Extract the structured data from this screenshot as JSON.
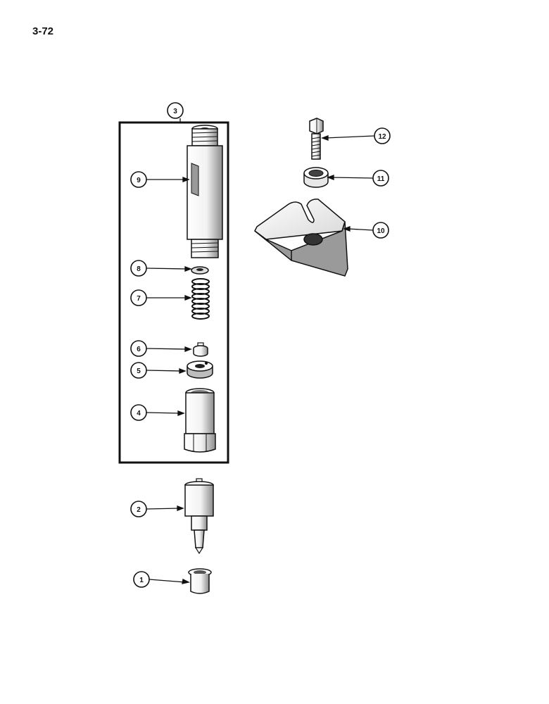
{
  "page": {
    "number": "3-72"
  },
  "callouts": [
    {
      "id": "1",
      "part": "nozzle-seat-washer"
    },
    {
      "id": "2",
      "part": "nozzle"
    },
    {
      "id": "3",
      "part": "injector-assembly"
    },
    {
      "id": "4",
      "part": "nozzle-retaining-nut"
    },
    {
      "id": "5",
      "part": "spacer"
    },
    {
      "id": "6",
      "part": "pressure-pin"
    },
    {
      "id": "7",
      "part": "spring"
    },
    {
      "id": "8",
      "part": "shim"
    },
    {
      "id": "9",
      "part": "nozzle-holder-body"
    },
    {
      "id": "10",
      "part": "clamp"
    },
    {
      "id": "11",
      "part": "washer"
    },
    {
      "id": "12",
      "part": "bolt"
    }
  ],
  "colors": {
    "ink": "#111111",
    "paper": "#ffffff",
    "shade": "#cfcfcf"
  }
}
